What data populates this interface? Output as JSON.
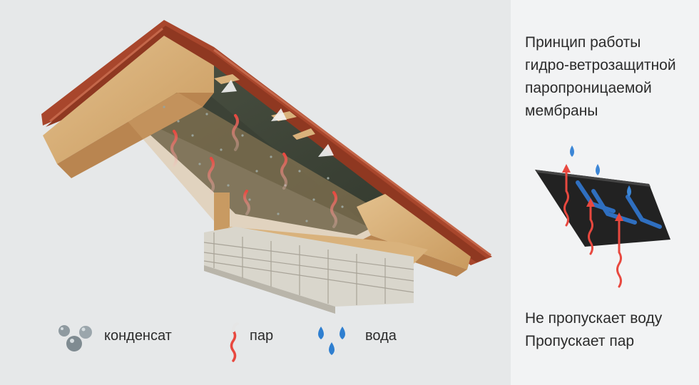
{
  "title_lines": [
    "Принцип работы",
    "гидро-ветрозащитной",
    "паропроницаемой",
    "мембраны"
  ],
  "notes": [
    "Не пропускает воду",
    "Пропускает пар"
  ],
  "legend": [
    {
      "label": "конденсат",
      "icon": "condensate-drops-icon"
    },
    {
      "label": "пар",
      "icon": "vapor-wave-icon"
    },
    {
      "label": "вода",
      "icon": "water-drops-icon"
    }
  ],
  "colors": {
    "background": "#e6e8e9",
    "panel": "#f2f3f4",
    "wood": "#d9b27c",
    "roof_tile": "#a8462c",
    "membrane": "#3f4638",
    "brick": "#d9d6cc",
    "vapor": "#e8483f",
    "water": "#2f7fd0"
  }
}
